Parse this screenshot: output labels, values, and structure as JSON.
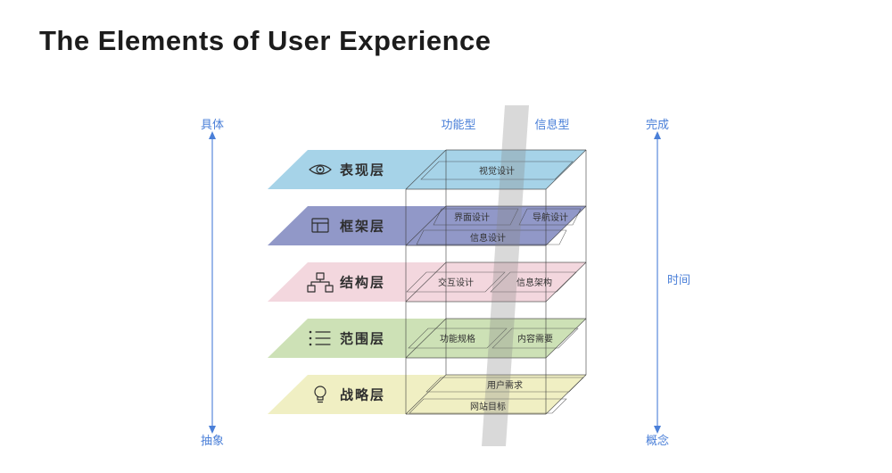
{
  "title": "The Elements of User Experience",
  "axes": {
    "left": {
      "top": "具体",
      "bottom": "抽象"
    },
    "right": {
      "top": "完成",
      "middle": "时间",
      "bottom": "概念"
    },
    "columns": {
      "functional": "功能型",
      "informational": "信息型"
    }
  },
  "layers": [
    {
      "name": "表现层",
      "icon": "eye-icon",
      "color": "#a6d3e8",
      "sublabels": [
        "视觉设计"
      ]
    },
    {
      "name": "框架层",
      "icon": "window-icon",
      "color": "#9198c8",
      "sublabels": [
        "界面设计",
        "导航设计",
        "信息设计"
      ]
    },
    {
      "name": "结构层",
      "icon": "sitemap-icon",
      "color": "#f3d7de",
      "sublabels": [
        "交互设计",
        "信息架构"
      ]
    },
    {
      "name": "范围层",
      "icon": "list-icon",
      "color": "#cde1b6",
      "sublabels": [
        "功能规格",
        "内容需要"
      ]
    },
    {
      "name": "战略层",
      "icon": "bulb-icon",
      "color": "#f0efc3",
      "sublabels": [
        "用户需求",
        "网站目标"
      ]
    }
  ],
  "colors": {
    "accent": "#4a7fd8",
    "wire": "#3c3c3c",
    "band": "#8a8a8a",
    "title": "#1c1c1c"
  }
}
